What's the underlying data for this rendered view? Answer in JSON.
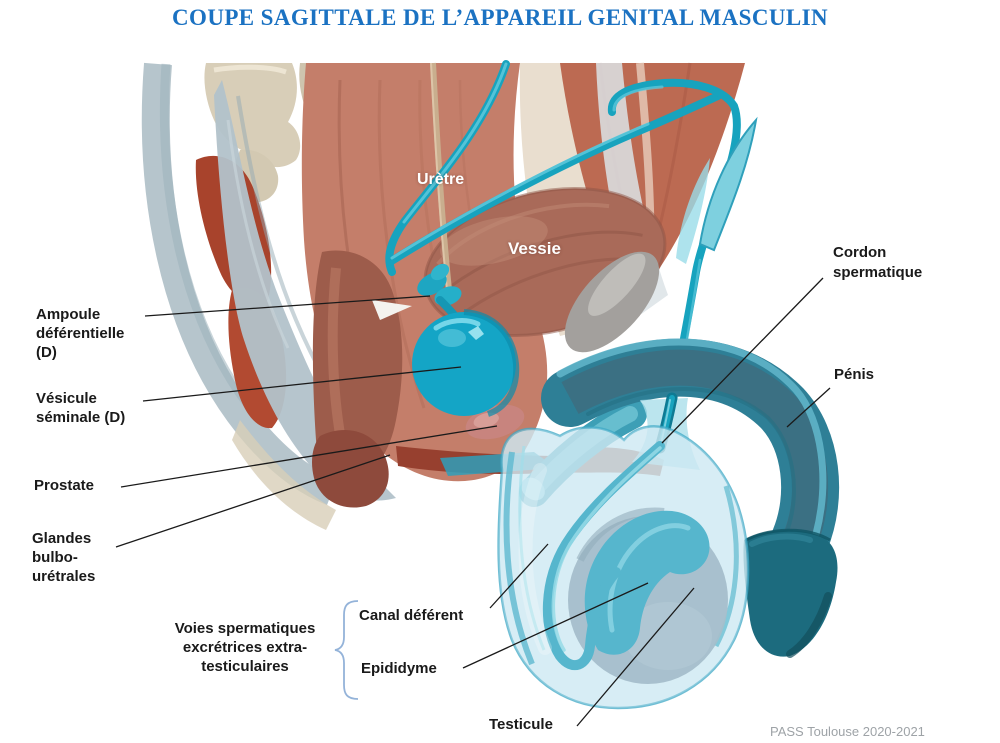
{
  "title": "COUPE SAGITTALE DE L’APPAREIL GENITAL MASCULIN",
  "figure": {
    "overlay_labels": {
      "uretre": "Urètre",
      "vessie": "Vessie"
    },
    "labels": {
      "ampoule": "Ampoule\ndéférentielle\n(D)",
      "vesicule": "Vésicule\nséminale (D)",
      "prostate": "Prostate",
      "glandes": "Glandes\nbulbo-\nurétrales",
      "voies": "Voies spermatiques\nexcrétrices extra-\ntesticulaires",
      "canal": "Canal déférent",
      "epididyme": "Epididyme",
      "cordon": "Cordon\nspermatique",
      "penis": "Pénis",
      "testicule": "Testicule"
    }
  },
  "footer": "PASS Toulouse 2020-2021",
  "colors": {
    "title_blue": "#1B72C2",
    "bracket_blue": "#94B3D9",
    "label_black": "#1A1A1A",
    "footer_gray": "#9EA3A7",
    "bright_teal": "#17A3BE",
    "penis_teal": "#2E7F96",
    "glans_teal": "#1C6B7E",
    "scrotum_blue": "#C9E7F1",
    "testicle_gray": "#93AEBD",
    "muscle_red": "#C47E6A",
    "bladder_brown": "#A96A59",
    "bone_beige": "#D8CEB8"
  }
}
